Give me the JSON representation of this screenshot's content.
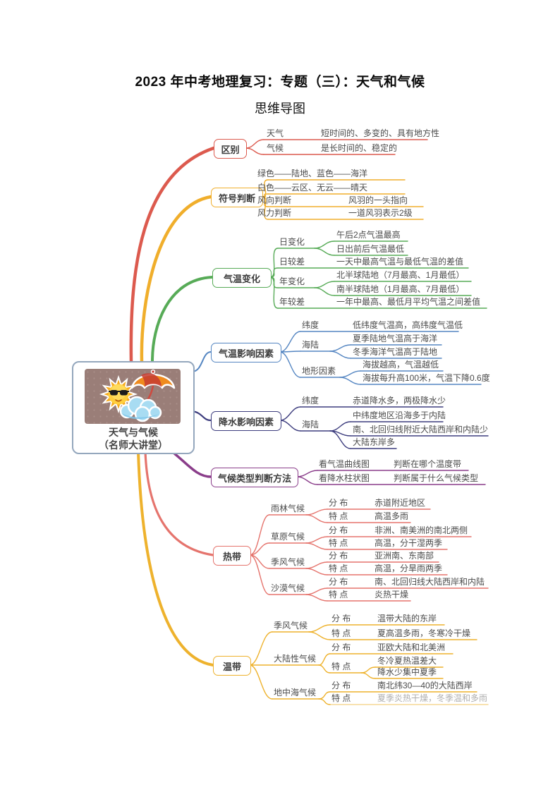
{
  "title": "2023 年中考地理复习：专题（三）：天气和气候",
  "subtitle": "思维导图",
  "root": {
    "line1": "天气与气候",
    "line2": "（名师大讲堂）",
    "illustration": "sun-with-sunglasses-umbrella-cloud-sticker"
  },
  "labels": {
    "dist": "分 布",
    "feat": "特 点"
  },
  "colors": {
    "difference": "#dc5a4e",
    "symbol_judgment": "#f0ae2b",
    "temperature_change": "#57ab57",
    "temperature_factors": "#5586c2",
    "precipitation_factors": "#3d3d7e",
    "climate_judgment": "#8a3d8a",
    "tropical": "#e5746d",
    "temperate": "#eeb22d",
    "central_border": "#94a7bd"
  },
  "branches": [
    {
      "id": "difference",
      "label": "区别",
      "color": "#dc5a4e",
      "rows": [
        {
          "label": "天气",
          "leaf": "短时间的、多变的、具有地方性"
        },
        {
          "label": "气候",
          "leaf": "是长时间的、稳定的"
        }
      ]
    },
    {
      "id": "symbol-judgment",
      "label": "符号判断",
      "color": "#f0ae2b",
      "rows": [
        {
          "leaf": "绿色——陆地、蓝色——海洋"
        },
        {
          "leaf": "白色——云区、无云——晴天"
        },
        {
          "label": "风向判断",
          "leaf": "风羽的一头指向"
        },
        {
          "label": "风力判断",
          "leaf": "一道风羽表示2级"
        }
      ]
    },
    {
      "id": "temperature-change",
      "label": "气温变化",
      "color": "#57ab57",
      "groups": [
        {
          "label": "日变化",
          "leaves": [
            "午后2点气温最高",
            "日出前后气温最低"
          ]
        },
        {
          "label": "日较差",
          "leaf": "一天中最高气温与最低气温的差值"
        },
        {
          "label": "年变化",
          "leaves": [
            "北半球陆地（7月最高、1月最低）",
            "南半球陆地（1月最高、7月最低）"
          ]
        },
        {
          "label": "年较差",
          "leaf": "一年中最高、最低月平均气温之间差值"
        }
      ]
    },
    {
      "id": "temperature-factors",
      "label": "气温影响因素",
      "color": "#5586c2",
      "groups": [
        {
          "label": "纬度",
          "leaf": "低纬度气温高，高纬度气温低"
        },
        {
          "label": "海陆",
          "leaves": [
            "夏季陆地气温高于海洋",
            "冬季海洋气温高于陆地"
          ]
        },
        {
          "label": "地形因素",
          "leaves": [
            "海拔越高，气温越低",
            "海拔每升高100米，气温下降0.6度"
          ]
        }
      ]
    },
    {
      "id": "precipitation-factors",
      "label": "降水影响因素",
      "color": "#3d3d7e",
      "groups": [
        {
          "label": "纬度",
          "leaf": "赤道降水多，两极降水少"
        },
        {
          "label": "海陆",
          "leaves": [
            "中纬度地区沿海多于内陆",
            "南、北回归线附近大陆西岸和内陆少",
            "大陆东岸多"
          ]
        }
      ]
    },
    {
      "id": "climate-judgment",
      "label": "气候类型判断方法",
      "color": "#8a3d8a",
      "rows": [
        {
          "label": "看气温曲线图",
          "leaf": "判断在哪个温度带"
        },
        {
          "label": "看降水柱状图",
          "leaf": "判断属于什么气候类型"
        }
      ]
    },
    {
      "id": "tropical",
      "label": "热带",
      "color": "#e5746d",
      "climates": [
        {
          "name": "雨林气候",
          "dist": "赤道附近地区",
          "feat": "高温多雨"
        },
        {
          "name": "草原气候",
          "dist": "非洲、南美洲的南北两侧",
          "feat": "高温，分干湿两季"
        },
        {
          "name": "季风气候",
          "dist": "亚洲南、东南部",
          "feat": "高温，分旱雨两季"
        },
        {
          "name": "沙漠气候",
          "dist": "南、北回归线大陆西岸和内陆",
          "feat": "炎热干燥"
        }
      ]
    },
    {
      "id": "temperate",
      "label": "温带",
      "color": "#eeb22d",
      "climates": [
        {
          "name": "季风气候",
          "dist": "温带大陆的东岸",
          "feat": "夏高温多雨，冬寒冷干燥"
        },
        {
          "name": "大陆性气候",
          "dist": "亚欧大陆和北美洲",
          "feats": [
            "冬冷夏热温差大",
            "降水少集中夏季"
          ]
        },
        {
          "name": "地中海气候",
          "dist": "南北纬30—40的大陆西岸",
          "feat": "夏季炎热干燥，冬季温和多雨"
        }
      ]
    }
  ]
}
